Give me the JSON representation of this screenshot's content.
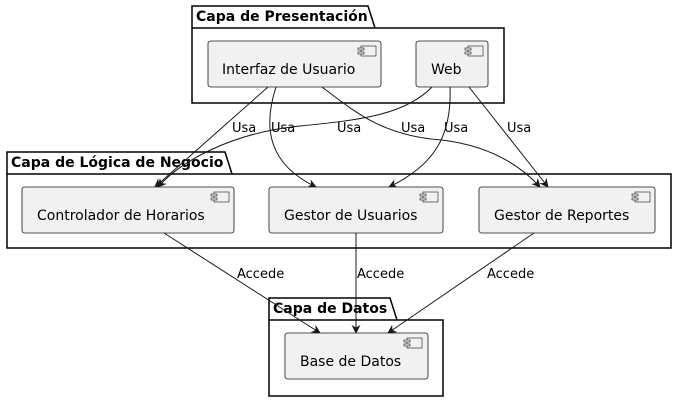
{
  "packages": {
    "presentation": {
      "title": "Capa de Presentación"
    },
    "logic": {
      "title": "Capa de Lógica de Negocio"
    },
    "data": {
      "title": "Capa de Datos"
    }
  },
  "components": {
    "interfaz": {
      "label": "Interfaz de Usuario",
      "icon": "component-icon"
    },
    "web": {
      "label": "Web",
      "icon": "component-icon"
    },
    "horarios": {
      "label": "Controlador de Horarios",
      "icon": "component-icon"
    },
    "usuarios": {
      "label": "Gestor de Usuarios",
      "icon": "component-icon"
    },
    "reportes": {
      "label": "Gestor de Reportes",
      "icon": "component-icon"
    },
    "basedatos": {
      "label": "Base de Datos",
      "icon": "component-icon"
    }
  },
  "edges": [
    {
      "from": "Interfaz de Usuario",
      "to": "Controlador de Horarios",
      "label": "Usa"
    },
    {
      "from": "Interfaz de Usuario",
      "to": "Gestor de Usuarios",
      "label": "Usa"
    },
    {
      "from": "Web",
      "to": "Controlador de Horarios",
      "label": "Usa"
    },
    {
      "from": "Interfaz de Usuario",
      "to": "Gestor de Reportes",
      "label": "Usa"
    },
    {
      "from": "Web",
      "to": "Gestor de Usuarios",
      "label": "Usa"
    },
    {
      "from": "Web",
      "to": "Gestor de Reportes",
      "label": "Usa"
    },
    {
      "from": "Controlador de Horarios",
      "to": "Base de Datos",
      "label": "Accede"
    },
    {
      "from": "Gestor de Usuarios",
      "to": "Base de Datos",
      "label": "Accede"
    },
    {
      "from": "Gestor de Reportes",
      "to": "Base de Datos",
      "label": "Accede"
    }
  ],
  "colors": {
    "component_fill": "#f1f1f1",
    "line": "#181818",
    "package_fill": "#ffffff"
  }
}
